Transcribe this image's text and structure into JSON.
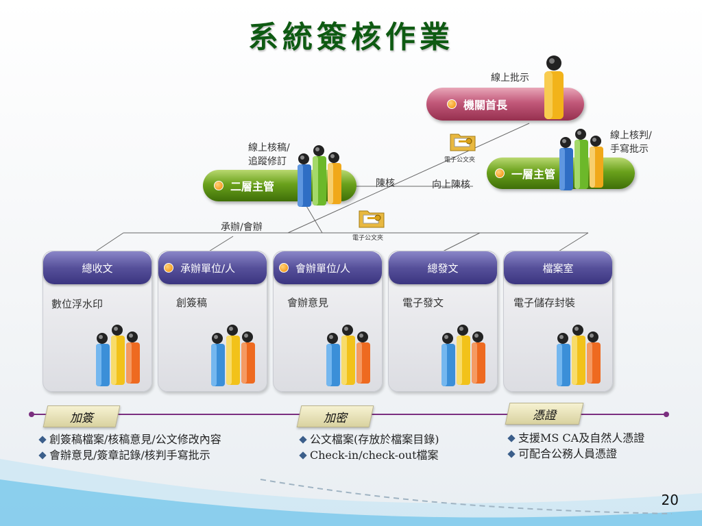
{
  "title": "系統簽核作業",
  "top_nodes": {
    "head": {
      "label": "機關首長",
      "note": "線上批示"
    },
    "level1": {
      "label": "一層主管",
      "note_line1": "線上核判/",
      "note_line2": "手寫批示"
    },
    "level2": {
      "label": "二層主管",
      "note_line1": "線上核稿/",
      "note_line2": "追蹤修訂"
    }
  },
  "flow_labels": {
    "chenhe": "陳核",
    "up_chenhe": "向上陳核",
    "chengban": "承辦/會辦"
  },
  "folder_label": "電子公文夾",
  "units": [
    {
      "label": "總收文",
      "desc": "數位浮水印",
      "has_dot": false
    },
    {
      "label": "承辦單位/人",
      "desc": "創簽稿",
      "has_dot": true
    },
    {
      "label": "會辦單位/人",
      "desc": "會辦意見",
      "has_dot": true
    },
    {
      "label": "總發文",
      "desc": "電子發文",
      "has_dot": false
    },
    {
      "label": "檔案室",
      "desc": "電子儲存封裝",
      "has_dot": false
    }
  ],
  "bottom_tags": {
    "jiaqian": "加簽",
    "jiami": "加密",
    "pingzheng": "憑證"
  },
  "bullets": {
    "left": [
      "創簽稿檔案/核稿意見/公文修改內容",
      "會辦意見/簽章記錄/核判手寫批示"
    ],
    "middle": [
      "公文檔案(存放於檔案目錄)",
      "Check-in/check-out檔案"
    ],
    "right": [
      "支援MS CA及自然人憑證",
      "可配合公務人員憑證"
    ]
  },
  "page_number": "20",
  "colors": {
    "title": "#0e5a12",
    "pill_red": "#b04468",
    "pill_green": "#5c9416",
    "card_head": "#4c4690",
    "accent_line": "#7a2f7f"
  }
}
